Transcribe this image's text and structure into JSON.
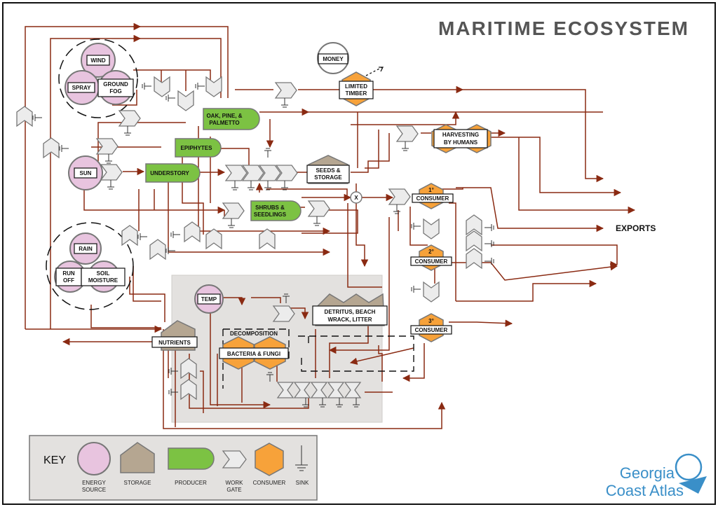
{
  "title": "MARITIME ECOSYSTEM",
  "colors": {
    "energy_source": "#e8c4df",
    "storage": "#b5a691",
    "producer": "#7cc243",
    "work_gate": "#ececec",
    "consumer": "#f7a23a",
    "flow_arrow": "#8a2a12",
    "decomposition_panel": "#e3e1df",
    "logo": "#3a8fc8"
  },
  "energy_sources": {
    "wind": "WIND",
    "spray": "SPRAY",
    "ground_fog": [
      "GROUND",
      "FOG"
    ],
    "sun": "SUN",
    "rain": "RAIN",
    "run_off": [
      "RUN",
      "OFF"
    ],
    "soil_moisture": [
      "SOIL",
      "MOISTURE"
    ],
    "temp": "TEMP",
    "money": "MONEY"
  },
  "producers": {
    "oak_pine_palmetto": [
      "OAK, PINE, &",
      "PALMETTO"
    ],
    "epiphytes": "EPIPHYTES",
    "understory": "UNDERSTORY",
    "shrubs_seedlings": [
      "SHRUBS &",
      "SEEDLINGS"
    ]
  },
  "storages": {
    "seeds_storage": [
      "SEEDS &",
      "STORAGE"
    ],
    "detritus": [
      "DETRITUS, BEACH",
      "WRACK, LITTER"
    ],
    "nutrients": "NUTRIENTS"
  },
  "consumers": {
    "limited_timber": [
      "LIMITED",
      "TIMBER"
    ],
    "harvesting": [
      "HARVESTING",
      "BY HUMANS"
    ],
    "primary": [
      "1°",
      "CONSUMER"
    ],
    "secondary": [
      "2°",
      "CONSUMER"
    ],
    "tertiary": [
      "3°",
      "CONSUMER"
    ],
    "bacteria_fungi": "BACTERIA & FUNGI"
  },
  "multiplier": "X",
  "decomposition": "DECOMPOSITION",
  "exports": "EXPORTS",
  "key": {
    "title": "KEY",
    "energy_source": [
      "ENERGY",
      "SOURCE"
    ],
    "storage": "STORAGE",
    "producer": "PRODUCER",
    "work_gate": [
      "WORK",
      "GATE"
    ],
    "consumer": "CONSUMER",
    "sink": "SINK"
  },
  "logo": [
    "Georgia",
    "Coast Atlas"
  ]
}
